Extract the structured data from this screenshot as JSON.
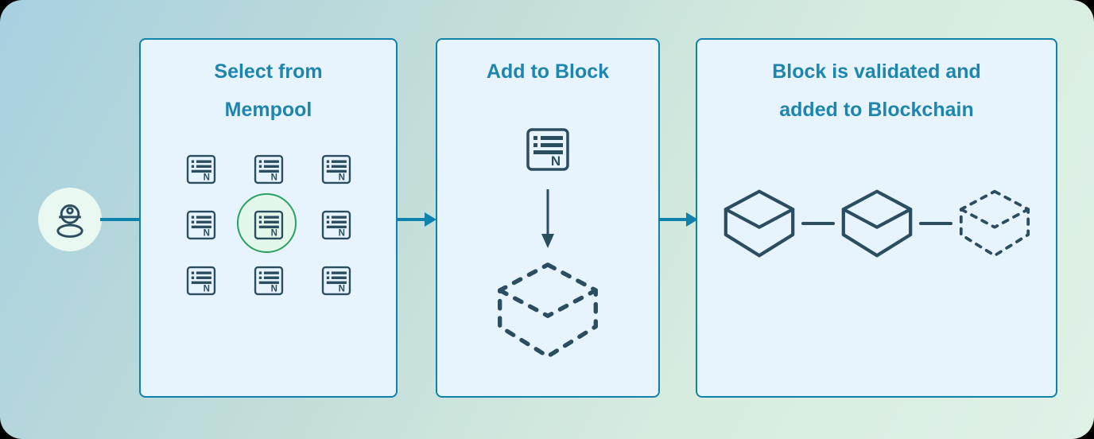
{
  "background": {
    "outer": "#000000",
    "gradient": [
      "#a7d0e0",
      "#bfdcd9",
      "#d7ecdf",
      "#e0f1e6"
    ]
  },
  "colors": {
    "accent": "#0f83ac",
    "title": "#1e86ae",
    "ink": "#2a4d5f",
    "panel_fill": "#e8f4fd",
    "panel_border": "#0f81ab",
    "select_green": "#2ba062",
    "select_green_fill": "#e3f7ea",
    "miner_circle_fill": "#e9f8f0"
  },
  "icons": {
    "miner": "miner-icon",
    "transaction": "transaction-icon",
    "transaction_glyph": "N",
    "block_solid": "block-cube-solid",
    "block_dashed": "block-cube-dashed",
    "arrow_right": "arrow-right-icon",
    "arrow_down": "arrow-down-icon"
  },
  "panels": {
    "mempool": {
      "title_lines": [
        "Select from",
        "Mempool"
      ],
      "grid": {
        "rows": 3,
        "cols": 3,
        "count": 9,
        "selected_index": 4
      }
    },
    "add_to_block": {
      "title_lines": [
        "Add to Block"
      ]
    },
    "blockchain": {
      "title_lines": [
        "Block is validated and",
        "added to Blockchain"
      ],
      "blocks": [
        {
          "style": "solid"
        },
        {
          "style": "solid"
        },
        {
          "style": "dashed"
        }
      ]
    }
  }
}
